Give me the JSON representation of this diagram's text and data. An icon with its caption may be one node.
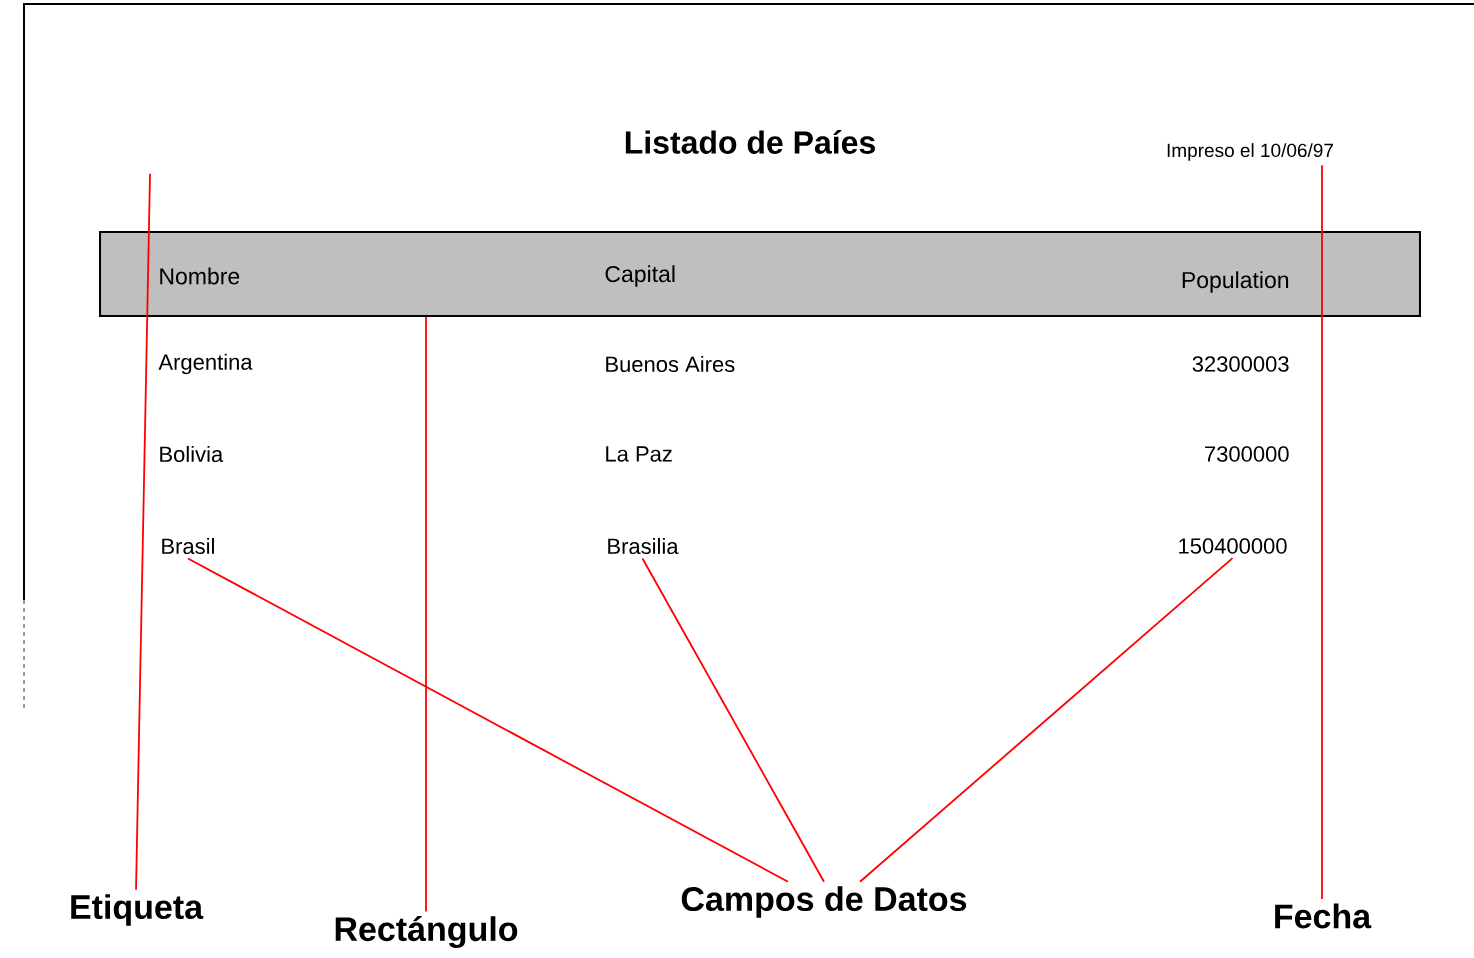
{
  "diagram": {
    "title": "Listado de Paíes",
    "nodes": [
      {
        "text": [
          "Nombre",
          "Capital",
          "Population"
        ]
      },
      {
        "text": [
          "Impreso el 10/06/97"
        ]
      },
      {
        "text": [
          "Brasil"
        ]
      },
      {
        "text": [
          "Brasilia"
        ]
      },
      {
        "text": [
          "150400000"
        ]
      },
      {
        "text": [
          "Etiqueta"
        ]
      },
      {
        "text": [
          "Rectángulo"
        ]
      },
      {
        "text": [
          "Campos de Datos"
        ]
      },
      {
        "text": [
          "Fecha"
        ]
      }
    ],
    "edges": [
      {
        "from": 5,
        "to": null,
        "arrow": "none",
        "color": "#ff0000"
      },
      {
        "from": 6,
        "to": 0,
        "arrow": "none",
        "color": "#ff0000"
      },
      {
        "from": 7,
        "to": 2,
        "arrow": "none",
        "color": "#ff0000"
      },
      {
        "from": 7,
        "to": 3,
        "arrow": "none",
        "color": "#ff0000"
      },
      {
        "from": 7,
        "to": 4,
        "arrow": "none",
        "color": "#ff0000"
      },
      {
        "from": 8,
        "to": 1,
        "arrow": "none",
        "color": "#ff0000"
      }
    ],
    "labels": [
      "Argentina",
      "Buenos Aires",
      "32300003",
      "Bolivia",
      "La Paz",
      "7300000"
    ]
  }
}
